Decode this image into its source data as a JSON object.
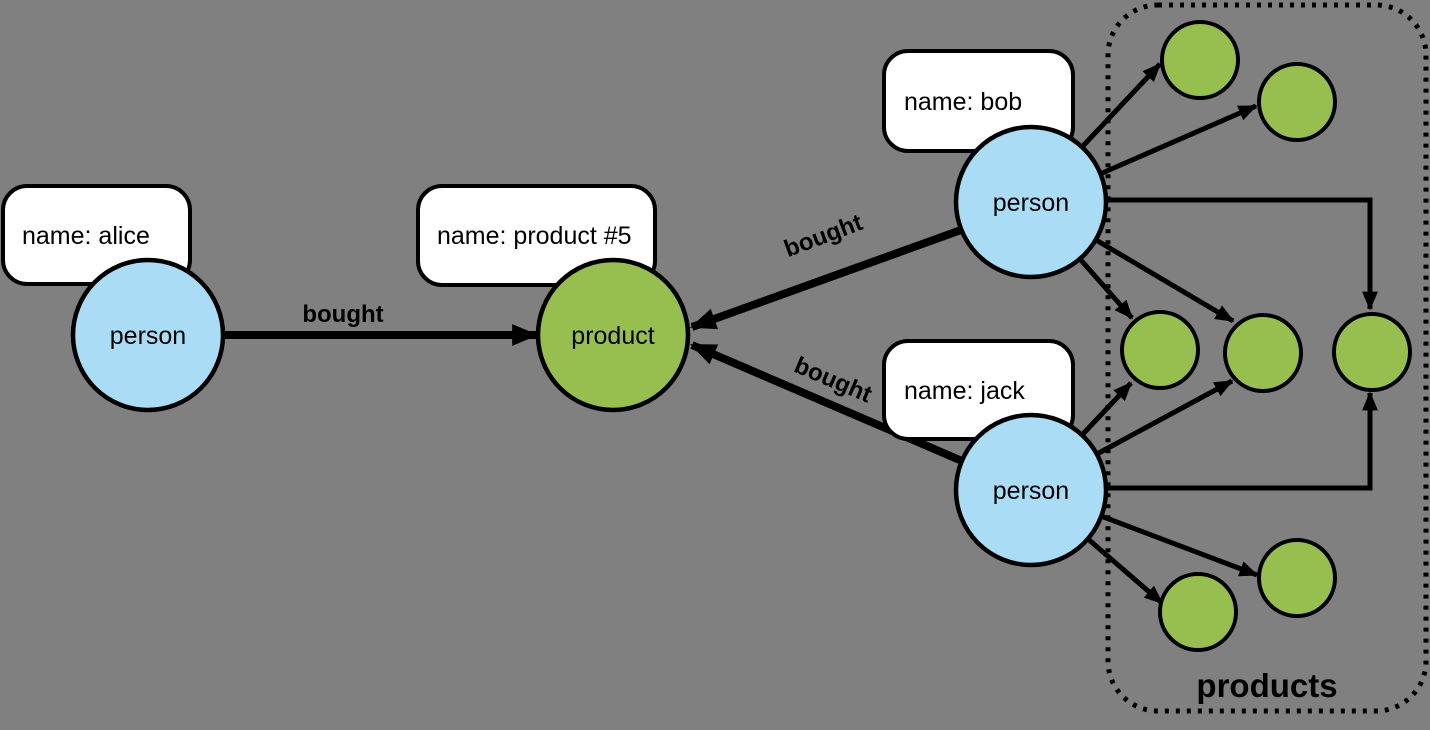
{
  "diagram": {
    "background_color": "#808080",
    "colors": {
      "person_node": "#aadcf5",
      "product_node": "#97bf4f",
      "outline": "#000000",
      "label_box": "#ffffff"
    },
    "edge_label": "bought",
    "region": {
      "label": "products",
      "anonymous_product_circle_count": 7
    },
    "nodes": {
      "alice": {
        "type_label": "person",
        "property_label": "name: alice"
      },
      "product5": {
        "type_label": "product",
        "property_label": "name: product #5"
      },
      "bob": {
        "type_label": "person",
        "property_label": "name: bob"
      },
      "jack": {
        "type_label": "person",
        "property_label": "name: jack"
      }
    }
  }
}
